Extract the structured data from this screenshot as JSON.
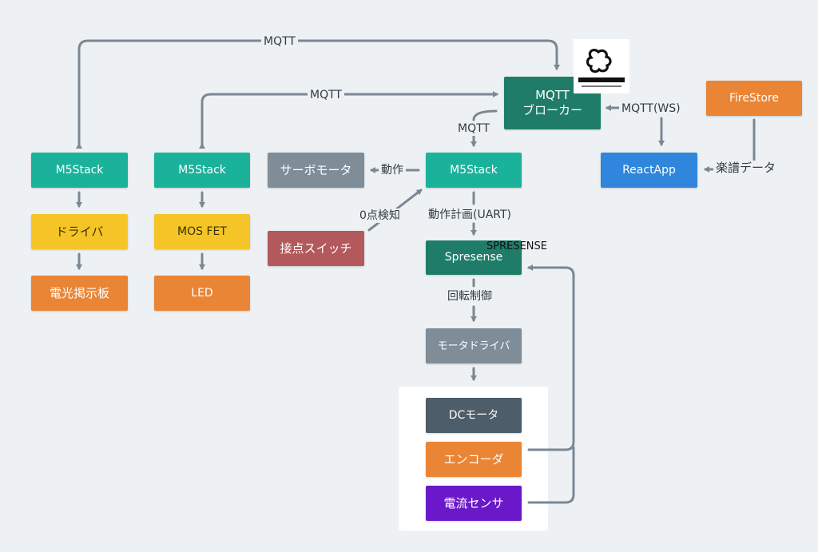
{
  "nodes": {
    "m5stack_left": "M5Stack",
    "driver": "ドライバ",
    "sign_board": "電光掲示板",
    "m5stack_mid": "M5Stack",
    "mos_fet": "MOS FET",
    "led": "LED",
    "servo": "サーボモータ",
    "contact_switch": "接点スイッチ",
    "m5stack_main": "M5Stack",
    "mqtt_broker_line1": "MQTT",
    "mqtt_broker_line2": "ブローカー",
    "firestore": "FireStore",
    "react_app": "ReactApp",
    "spresense": "Spresense",
    "motor_driver": "モータドライバ",
    "dc_motor": "DCモータ",
    "encoder": "エンコーダ",
    "current_sensor": "電流センサ"
  },
  "edges": {
    "mqtt_top": "MQTT",
    "mqtt_mid": "MQTT",
    "mqtt_broker_down": "MQTT",
    "mqtt_ws": "MQTT(WS)",
    "score_data": "楽譜データ",
    "action": "動作",
    "zero_detect": "0点検知",
    "motion_plan": "動作計画(UART)",
    "rotation_control": "回転制御"
  },
  "logo_text": "SPRESENSE",
  "colors": {
    "teal": "#1ab29a",
    "dark_teal": "#1f7c68",
    "yellow": "#f5c528",
    "orange": "#ea8535",
    "gray": "#7f8d98",
    "dark_gray": "#4d5d69",
    "red": "#b3595b",
    "blue": "#2f86dc",
    "purple": "#6a18c9",
    "connector": "#7a8894"
  }
}
